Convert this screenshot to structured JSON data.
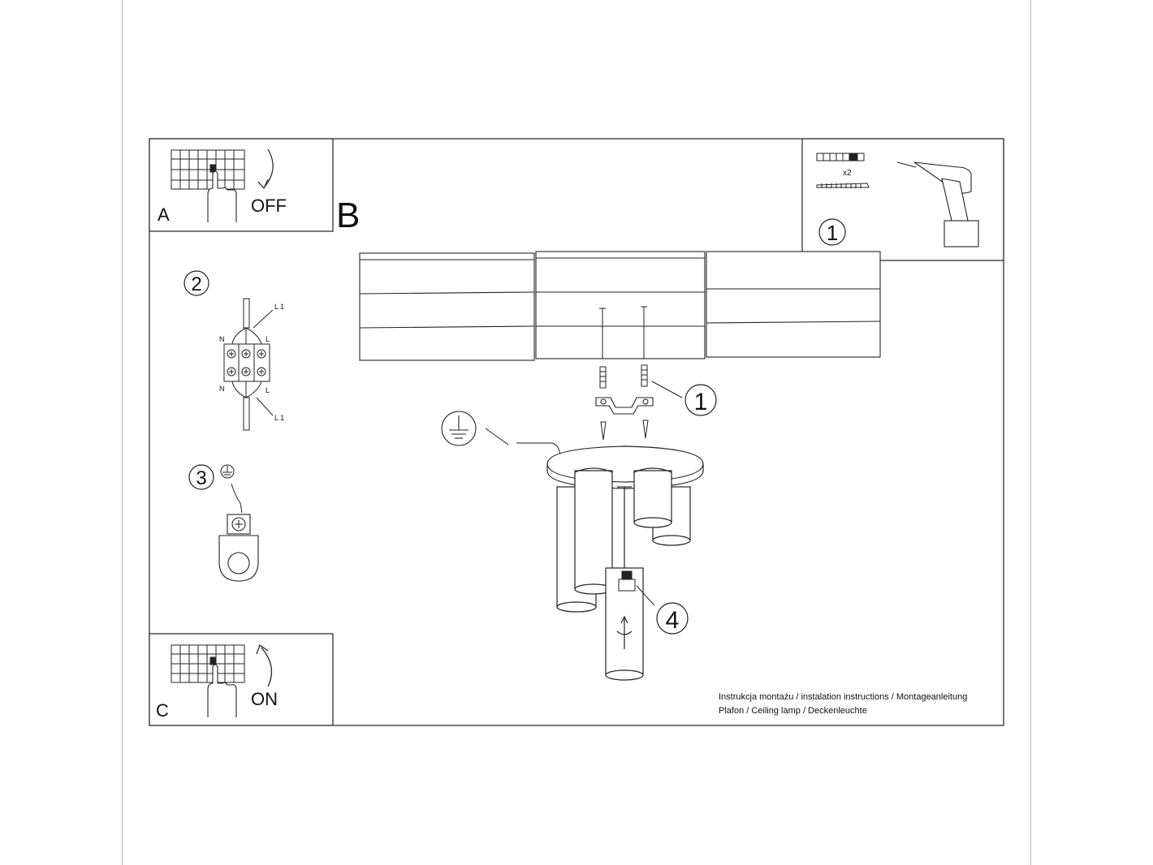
{
  "panel_a": {
    "letter": "A",
    "action": "OFF"
  },
  "panel_b": {
    "letter": "B"
  },
  "panel_c": {
    "letter": "C",
    "action": "ON"
  },
  "tools": {
    "step": "1",
    "quantity": "x2"
  },
  "step_2": {
    "number": "2",
    "wire_labels": {
      "l1_top": "L 1",
      "n_top": "N",
      "l_top": "L",
      "n_bottom": "N",
      "l_bottom": "L",
      "l1_bottom": "L 1"
    }
  },
  "step_3": {
    "number": "3"
  },
  "main_callouts": {
    "bracket": "1",
    "screw": "4"
  },
  "footer": {
    "line1": "Instrukcja montażu / instalation instructions / Montageanleitung",
    "line2": "Plafon / Ceiling lamp / Deckenleuchte"
  }
}
